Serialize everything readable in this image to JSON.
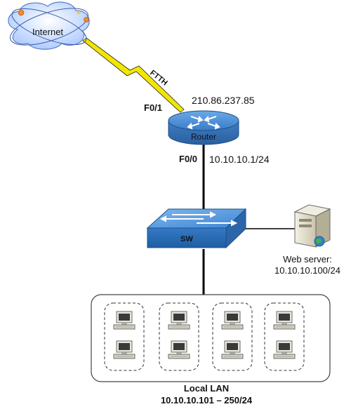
{
  "nodes": {
    "internet": {
      "label": "Internet"
    },
    "router": {
      "label": "Router"
    },
    "switch": {
      "label": "SW"
    },
    "web_server": {
      "label_line1": "Web server:",
      "label_line2": "10.10.10.100/24"
    },
    "local_lan": {
      "label_line1": "Local LAN",
      "label_line2": "10.10.10.101 – 250/24"
    }
  },
  "links": {
    "wan": {
      "label": "FTTH",
      "interface": "F0/1",
      "ip": "210.86.237.85"
    },
    "lan": {
      "interface": "F0/0",
      "ip": "10.10.10.1/24"
    }
  },
  "lan_groups": 4,
  "pcs_per_group": 2,
  "colors": {
    "router_body": "#4a8fd4",
    "switch_body": "#3f86d3",
    "lightning": "#f2e600",
    "cloud": "#cfe2ff",
    "cable": "#000000"
  }
}
